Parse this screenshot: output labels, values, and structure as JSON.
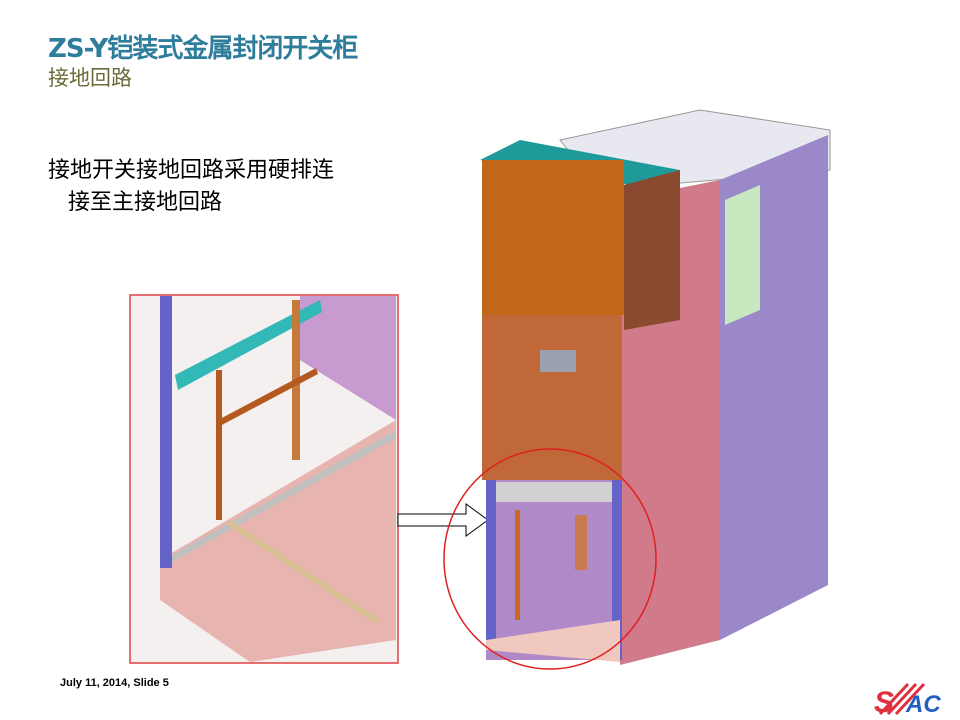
{
  "slide": {
    "title": "ZS-Y铠装式金属封闭开关柜",
    "subtitle": "接地回路",
    "body_line1": "接地开关接地回路采用硬排连",
    "body_line2": "接至主接地回路",
    "footer": "July 11, 2014,  Slide 5",
    "logo_text": "SAC",
    "colors": {
      "title": "#2e7d9a",
      "highlight_circle": "#e02020",
      "inset_border": "#e04040"
    }
  }
}
